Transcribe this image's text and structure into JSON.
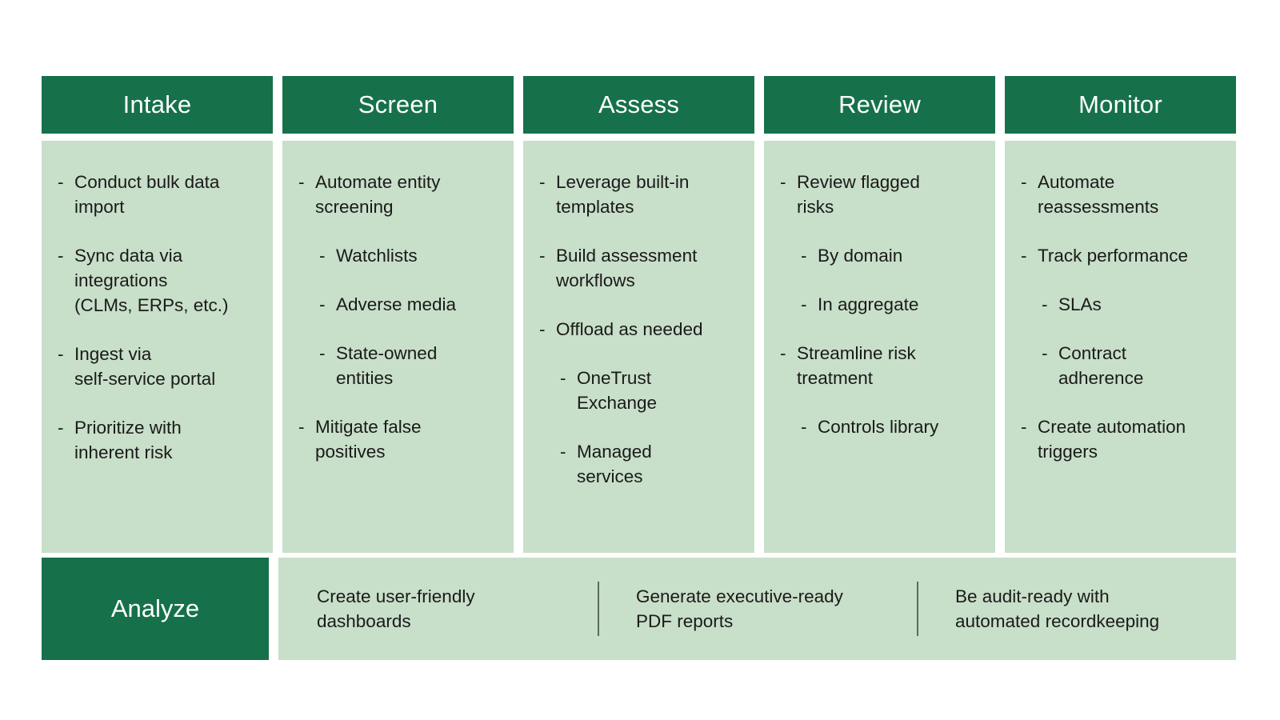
{
  "theme": {
    "header_green": "#16714A",
    "body_green": "#C8DFC9",
    "text_color": "#1A1A1A",
    "header_text_color": "#FFFFFF",
    "divider_color": "#5D6B5E"
  },
  "columns": [
    {
      "title": "Intake",
      "bullets": [
        {
          "level": 0,
          "text": "Conduct bulk data\nimport"
        },
        {
          "level": 0,
          "text": "Sync data via\nintegrations\n(CLMs, ERPs, etc.)"
        },
        {
          "level": 0,
          "text": "Ingest via\nself-service portal"
        },
        {
          "level": 0,
          "text": "Prioritize with\ninherent risk"
        }
      ]
    },
    {
      "title": "Screen",
      "bullets": [
        {
          "level": 0,
          "text": "Automate entity\nscreening"
        },
        {
          "level": 1,
          "text": "Watchlists"
        },
        {
          "level": 1,
          "text": "Adverse media"
        },
        {
          "level": 1,
          "text": "State-owned\nentities"
        },
        {
          "level": 0,
          "text": "Mitigate false\npositives"
        }
      ]
    },
    {
      "title": "Assess",
      "bullets": [
        {
          "level": 0,
          "text": "Leverage built-in\ntemplates"
        },
        {
          "level": 0,
          "text": "Build assessment\nworkflows"
        },
        {
          "level": 0,
          "text": "Offload as needed"
        },
        {
          "level": 1,
          "text": "OneTrust\nExchange"
        },
        {
          "level": 1,
          "text": "Managed\nservices"
        }
      ]
    },
    {
      "title": "Review",
      "bullets": [
        {
          "level": 0,
          "text": "Review flagged\nrisks"
        },
        {
          "level": 1,
          "text": "By domain"
        },
        {
          "level": 1,
          "text": "In aggregate"
        },
        {
          "level": 0,
          "text": "Streamline risk\ntreatment"
        },
        {
          "level": 1,
          "text": "Controls library"
        }
      ]
    },
    {
      "title": "Monitor",
      "bullets": [
        {
          "level": 0,
          "text": "Automate\nreassessments"
        },
        {
          "level": 0,
          "text": "Track performance"
        },
        {
          "level": 1,
          "text": "SLAs"
        },
        {
          "level": 1,
          "text": "Contract\nadherence"
        },
        {
          "level": 0,
          "text": "Create automation\ntriggers"
        }
      ]
    }
  ],
  "analyze": {
    "label": "Analyze",
    "items": [
      "Create user-friendly\ndashboards",
      "Generate executive-ready\nPDF reports",
      "Be audit-ready with\nautomated recordkeeping"
    ]
  },
  "bullet_marker": "-"
}
